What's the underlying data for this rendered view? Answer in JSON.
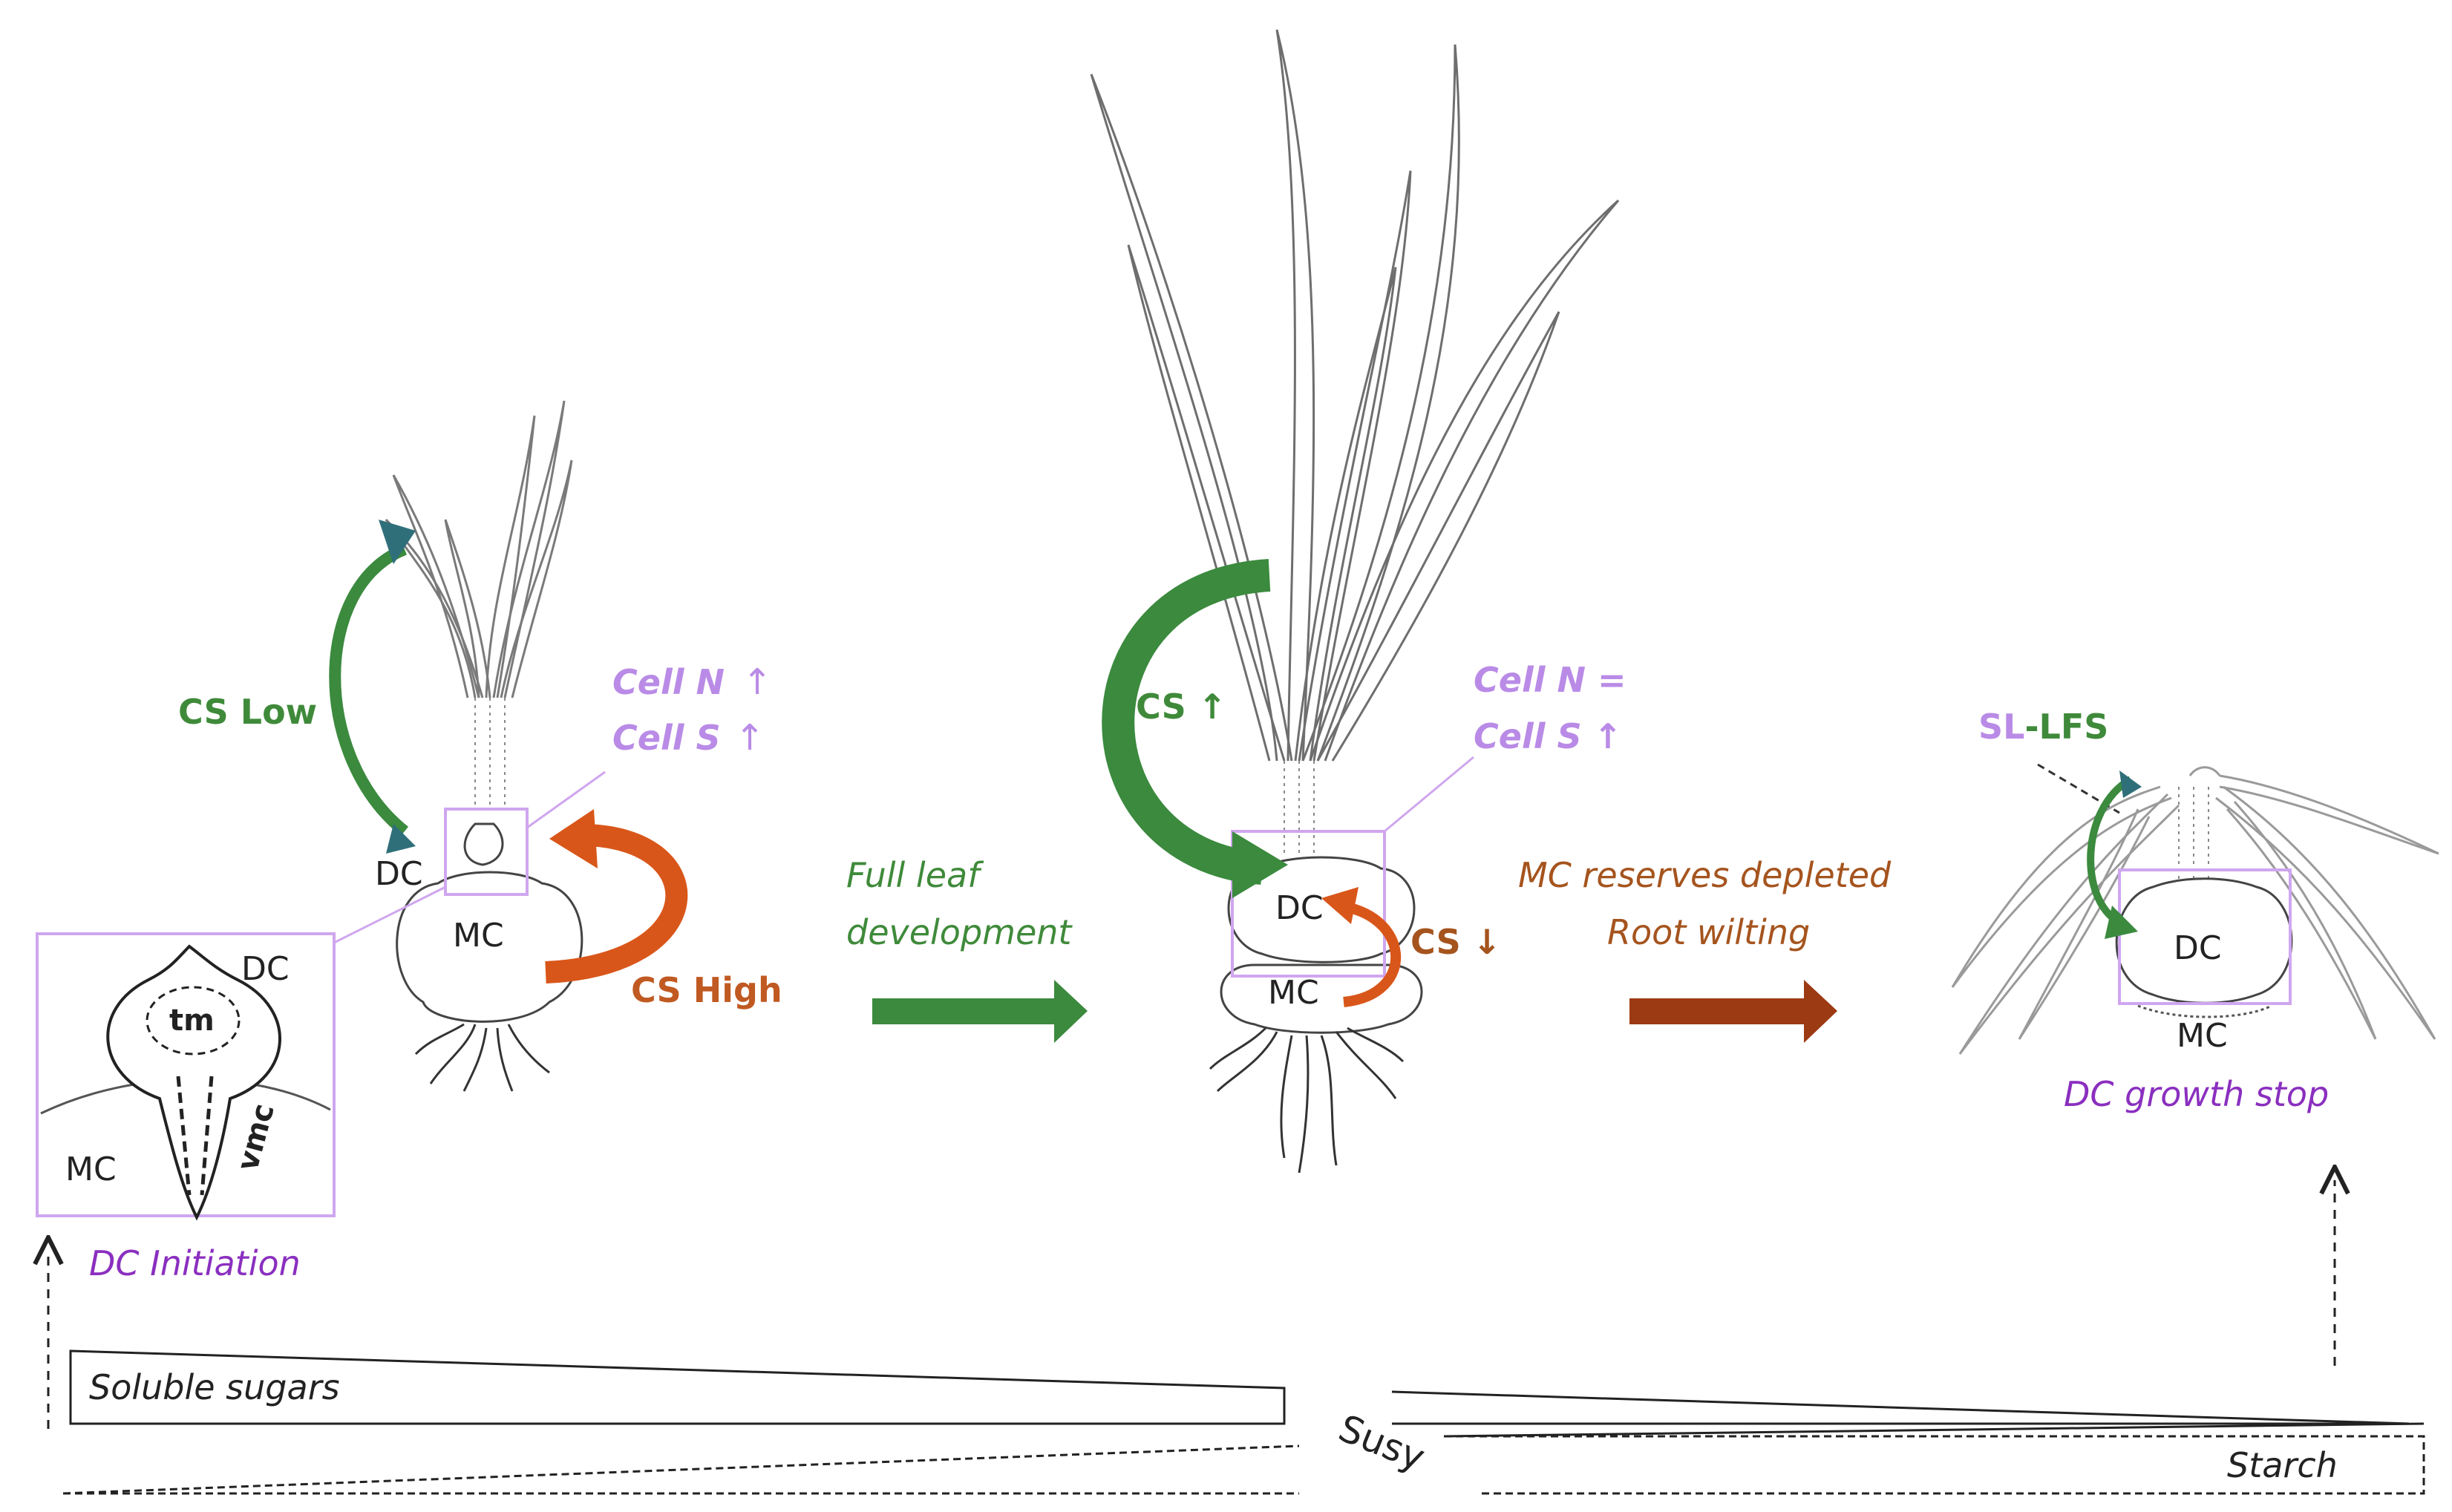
{
  "colors": {
    "green": "#3b8a3e",
    "green_label": "#3f8a3a",
    "orange": "#d9561a",
    "brown": "#9c3a14",
    "brown_label": "#a5541e",
    "purple_box": "#cfa6ef",
    "purple_label": "#b98be6",
    "purple_text": "#8a2fbf",
    "teal": "#2f6f7a",
    "black": "#222222"
  },
  "stage1": {
    "cs_low": "CS Low",
    "cs_high": "CS High",
    "dc": "DC",
    "mc": "MC",
    "cell_n": "Cell N",
    "cell_s": "Cell S",
    "up_arrow": "↑"
  },
  "inset": {
    "dc": "DC",
    "mc": "MC",
    "tm": "tm",
    "vmc": "vmc",
    "caption": "DC Initiation"
  },
  "transition1": {
    "line1": "Full leaf",
    "line2": "development"
  },
  "stage2": {
    "cs_up": "CS ↑",
    "cs_down": "CS ↓",
    "dc": "DC",
    "mc": "MC",
    "cell_n": "Cell N =",
    "cell_s": "Cell S ↑"
  },
  "transition2": {
    "line1": "MC reserves depleted",
    "line2": "Root wilting"
  },
  "stage3": {
    "sl": "SL",
    "dash": "-",
    "lfs": "LFS",
    "dc": "DC",
    "mc": "MC",
    "caption": "DC growth stop"
  },
  "gradients": {
    "soluble_sugars": "Soluble sugars",
    "susy": "Susy",
    "starch": "Starch"
  }
}
